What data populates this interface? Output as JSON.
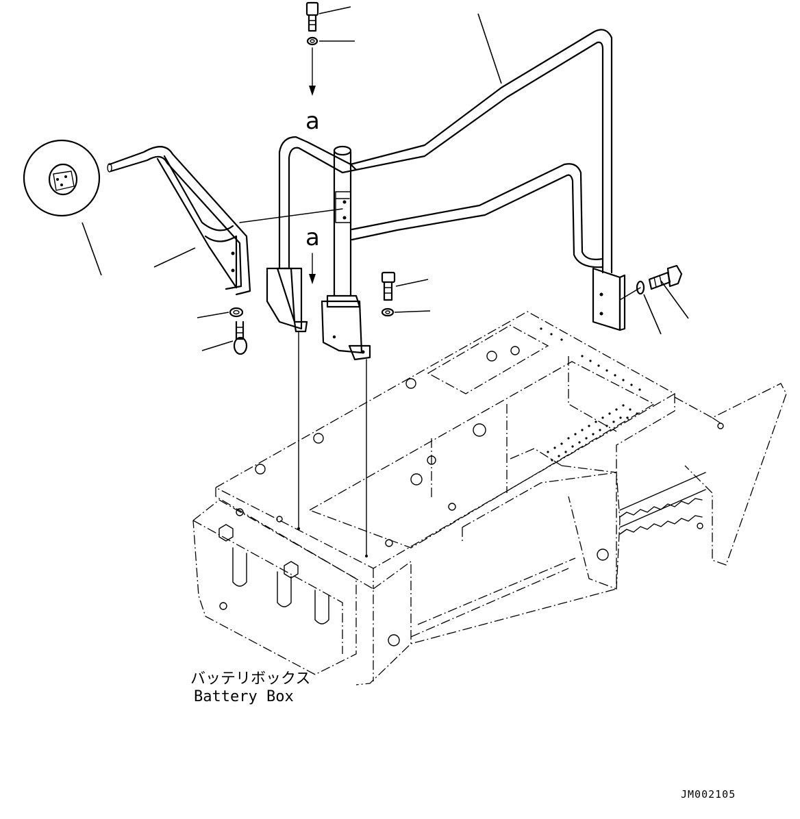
{
  "labels": {
    "battery_box_jp": "バッテリボックス",
    "battery_box_en": "Battery Box",
    "ref_upper": "a",
    "ref_lower": "a",
    "drawing_code": "JM002105"
  }
}
